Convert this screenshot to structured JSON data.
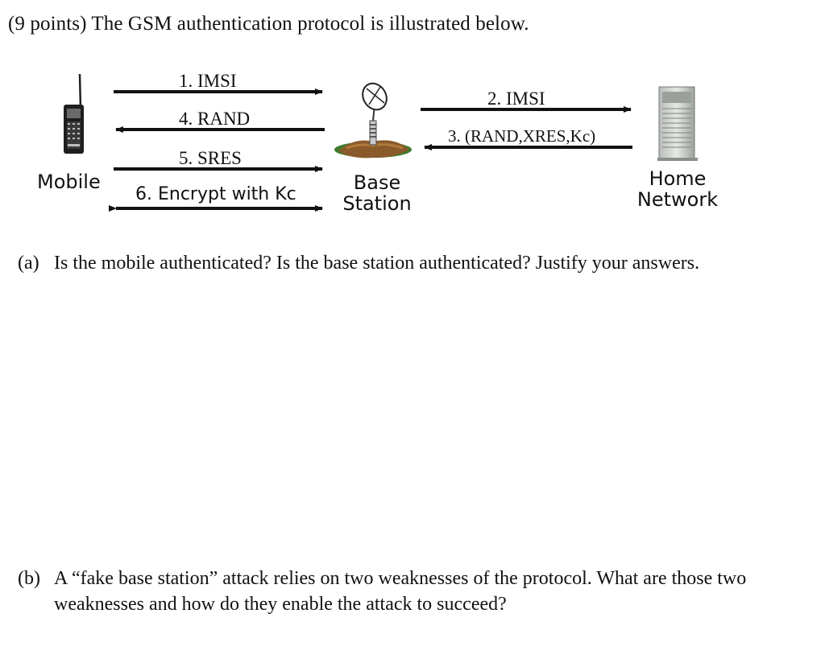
{
  "question": {
    "text": "(9 points) The GSM authentication protocol is illustrated below."
  },
  "diagram": {
    "nodes": {
      "mobile": "Mobile",
      "base_station_line1": "Base",
      "base_station_line2": "Station",
      "home_network_line1": "Home",
      "home_network_line2": "Network"
    },
    "messages": {
      "m1": "1. IMSI",
      "m2": "2. IMSI",
      "m3": "3. (RAND,XRES,Kc)",
      "m4": "4. RAND",
      "m5": "5. SRES",
      "m6": "6. Encrypt with Kc"
    },
    "icons": [
      "mobile-phone-icon",
      "base-station-antenna-icon",
      "server-tower-icon"
    ]
  },
  "parts": {
    "a": {
      "label": "(a)",
      "text": "Is the mobile authenticated? Is the base station authenticated? Justify your answers."
    },
    "b": {
      "label": "(b)",
      "text": "A “fake base station” attack relies on two weaknesses of the protocol. What are those two weaknesses and how do they enable the attack to succeed?"
    }
  }
}
